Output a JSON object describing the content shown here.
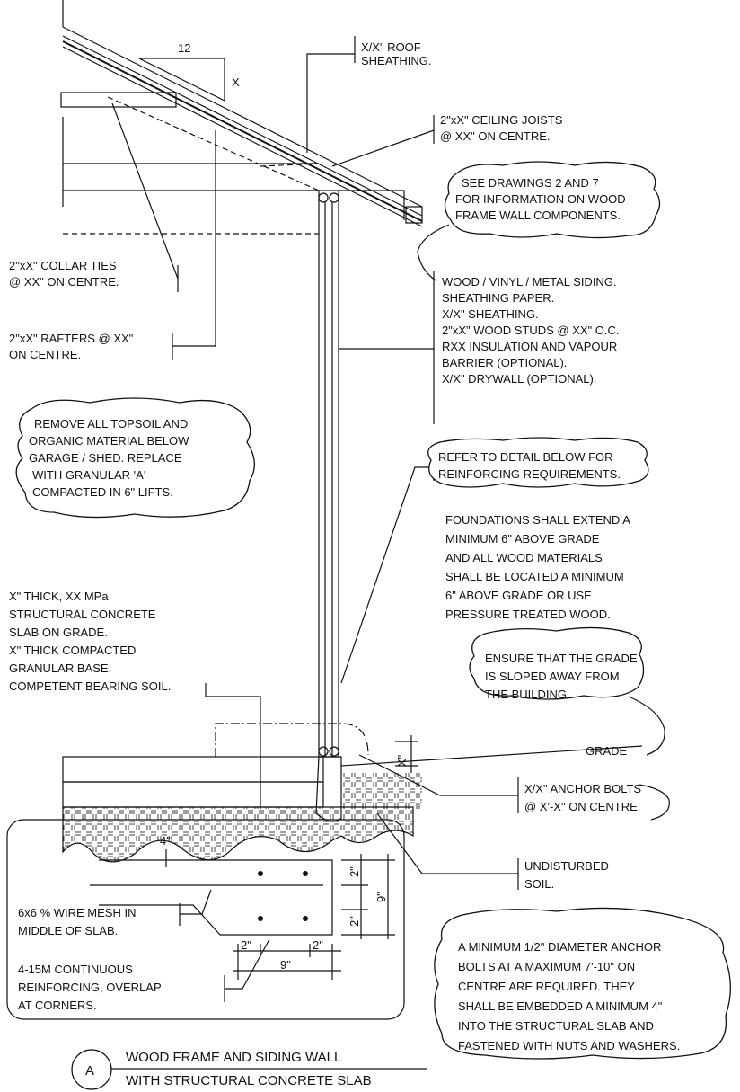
{
  "slope": {
    "run": "12",
    "rise": "X"
  },
  "labels": {
    "roof_sheathing": [
      "X/X\" ROOF",
      "SHEATHING."
    ],
    "ceiling_joists": [
      "2\"xX\" CEILING JOISTS",
      "@ XX\" ON CENTRE."
    ],
    "see_drawings": [
      "SEE DRAWINGS 2 AND 7",
      "FOR INFORMATION ON WOOD",
      "FRAME WALL COMPONENTS."
    ],
    "collar_ties": [
      "2\"xX\" COLLAR TIES",
      "@ XX\" ON CENTRE."
    ],
    "rafters": [
      "2\"xX\" RAFTERS @ XX\"",
      "ON CENTRE."
    ],
    "wall_layers": [
      "WOOD / VINYL / METAL SIDING.",
      "SHEATHING PAPER.",
      "X/X\" SHEATHING.",
      "2\"xX\" WOOD STUDS @ XX\" O.C.",
      "RXX INSULATION AND VAPOUR",
      "BARRIER (OPTIONAL).",
      "X/X\" DRYWALL (OPTIONAL)."
    ],
    "remove_topsoil": [
      "REMOVE ALL TOPSOIL AND",
      "ORGANIC MATERIAL BELOW",
      "GARAGE / SHED.  REPLACE",
      "WITH GRANULAR 'A'",
      "COMPACTED IN 6\" LIFTS."
    ],
    "refer_detail": [
      "REFER TO DETAIL BELOW FOR",
      "REINFORCING REQUIREMENTS."
    ],
    "foundations": [
      "FOUNDATIONS SHALL EXTEND A",
      "MINIMUM 6\" ABOVE GRADE",
      "AND ALL WOOD MATERIALS",
      "SHALL BE LOCATED A MINIMUM",
      "6\" ABOVE GRADE OR USE",
      "PRESSURE TREATED WOOD."
    ],
    "slab": [
      "X\" THICK, XX MPa",
      "STRUCTURAL CONCRETE",
      "SLAB ON GRADE.",
      "X\" THICK COMPACTED",
      "GRANULAR BASE.",
      "COMPETENT BEARING SOIL."
    ],
    "grade_slope": [
      "ENSURE THAT THE GRADE",
      "IS SLOPED AWAY FROM",
      "THE BUILDING."
    ],
    "grade": "GRADE",
    "x_dim": "X\"",
    "anchor_bolts": [
      "X/X\" ANCHOR BOLTS",
      "@ X'-X\" ON CENTRE."
    ],
    "undisturbed": [
      "UNDISTURBED",
      "SOIL."
    ],
    "wire_mesh": [
      "6x6 % WIRE MESH IN",
      "MIDDLE OF SLAB."
    ],
    "reinforcing": [
      "4-15M CONTINUOUS",
      "REINFORCING, OVERLAP",
      "AT CORNERS."
    ],
    "anchor_note": [
      "A MINIMUM 1/2\" DIAMETER ANCHOR",
      "BOLTS AT A MAXIMUM 7'-10\" ON",
      "CENTRE ARE REQUIRED.  THEY",
      "SHALL BE EMBEDDED A MINIMUM 4\"",
      "INTO THE STRUCTURAL SLAB AND",
      "FASTENED WITH NUTS AND WASHERS."
    ]
  },
  "detail_dims": {
    "top": "4\"",
    "h1": "2\"",
    "h2": "9\"",
    "h3": "2\"",
    "w1": "2\"",
    "w2": "2\"",
    "w3": "9\""
  },
  "title": {
    "letter": "A",
    "line1": "WOOD FRAME AND SIDING WALL",
    "line2": "WITH STRUCTURAL CONCRETE SLAB"
  }
}
